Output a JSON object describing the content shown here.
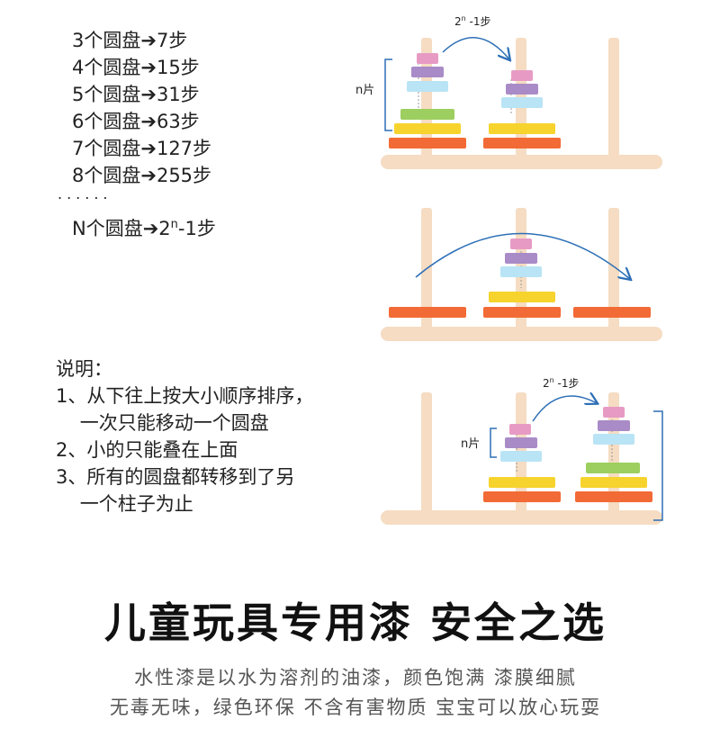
{
  "steps": [
    "3个圆盘➔7步",
    "4个圆盘➔15步",
    "5个圆盘➔31步",
    "6个圆盘➔63步",
    "7个圆盘➔127步",
    "8个圆盘➔255步"
  ],
  "ellipsis": "......",
  "general_formula": {
    "prefix": "N个圆盘➔2",
    "exponent": "n",
    "suffix": "-1步"
  },
  "instructions": {
    "title": "说明：",
    "lines": [
      "1、从下往上按大小顺序排序，",
      "    一次只能移动一个圆盘",
      "2、小的只能叠在上面",
      "3、所有的圆盘都转移到了另",
      "    一个柱子为止"
    ]
  },
  "diagram_labels": {
    "top_arrow": {
      "base": "2",
      "exp": "n",
      "tail": " -1步"
    },
    "top_bracket": "n片",
    "bottom_arrow": {
      "base": "2",
      "exp": "n",
      "tail": " -1步"
    },
    "bottom_bracket": "n片"
  },
  "colors": {
    "pole": "#f5dcc2",
    "disk_pink": "#e79bc4",
    "disk_purple": "#a98bc7",
    "disk_lightblue": "#b9e4f5",
    "disk_green": "#9ccf5f",
    "disk_yellow": "#f7d32d",
    "disk_orange": "#f26a35",
    "arrow": "#2d6fb6"
  },
  "headline": "儿童玩具专用漆 安全之选",
  "sublines": [
    "水性漆是以水为溶剂的油漆，颜色饱满 漆膜细腻",
    "无毒无味，绿色环保 不含有害物质 宝宝可以放心玩耍"
  ]
}
